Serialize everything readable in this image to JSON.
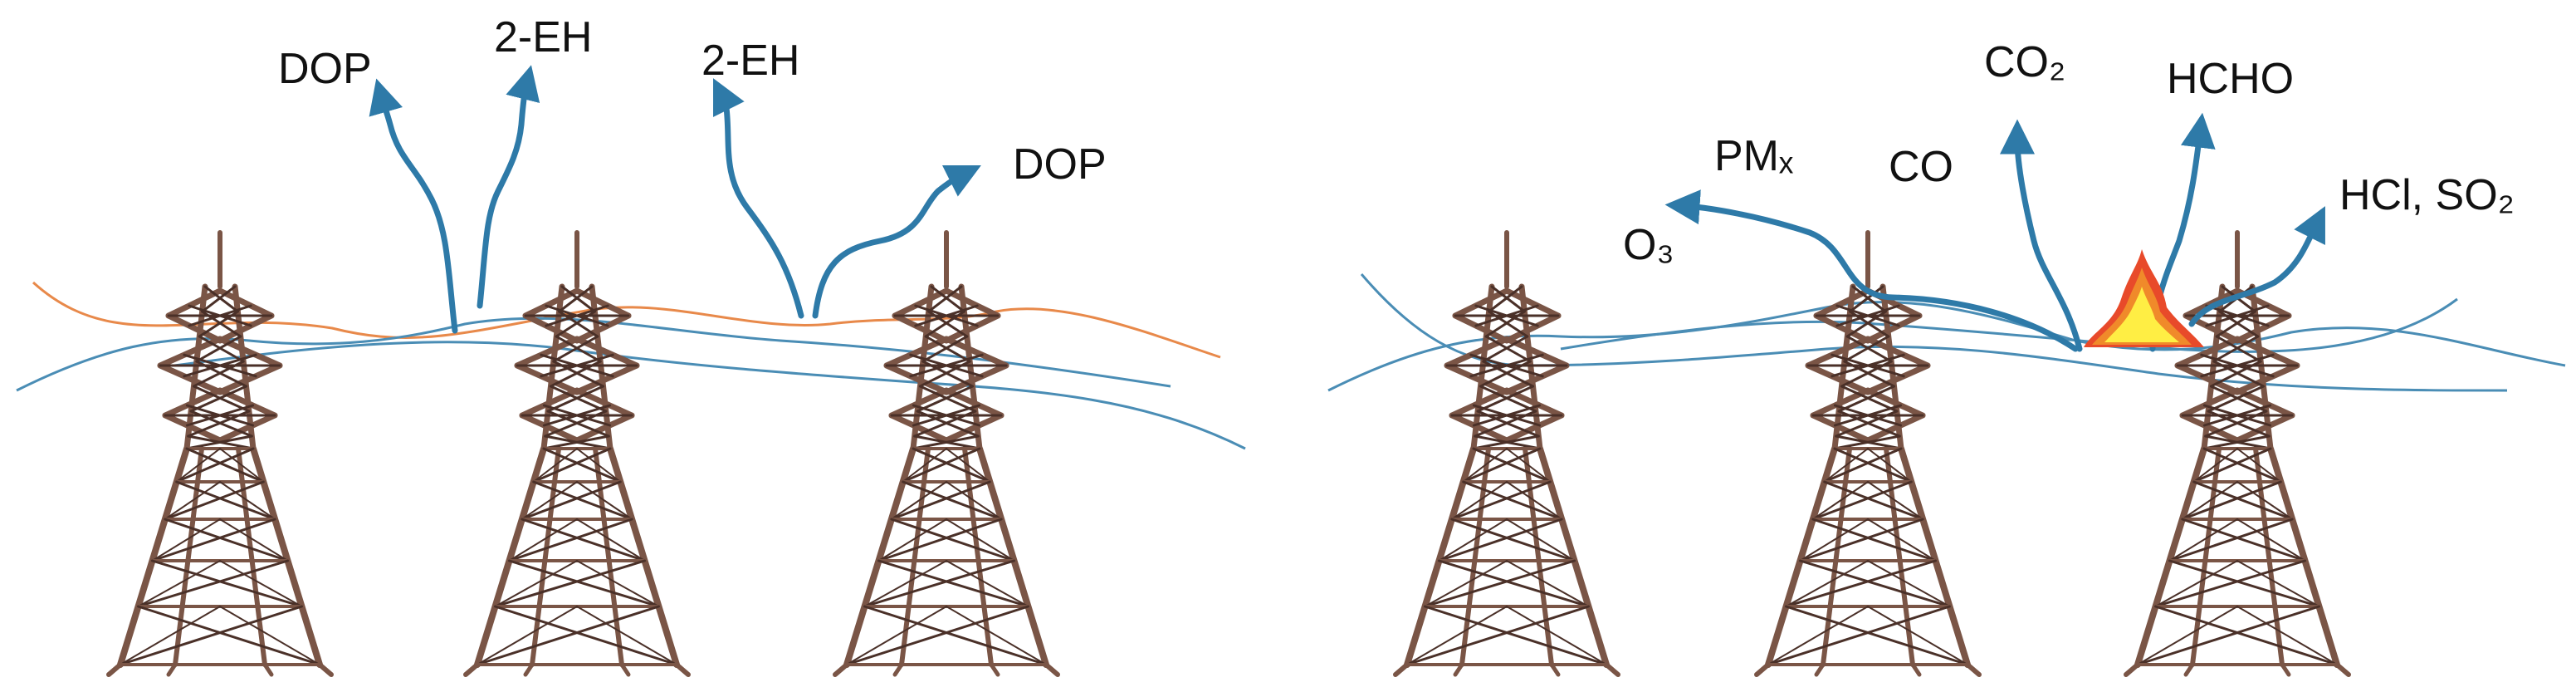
{
  "colors": {
    "tower": "#7a5546",
    "tower_dark": "#4a3028",
    "cable": "#4a8db5",
    "cable_orange": "#e8894a",
    "arrow": "#2e7aa8",
    "fire_outer": "#f08a2a",
    "fire_inner": "#ffee44",
    "fire_red": "#e84a2a"
  },
  "icons": {
    "tower": "transmission-tower-icon",
    "arrow": "wavy-emission-arrow-icon",
    "fire": "flame-icon"
  },
  "left_panel": {
    "labels": {
      "dop_1": "DOP",
      "eh_1": "2-EH",
      "eh_2": "2-EH",
      "dop_2": "DOP"
    }
  },
  "right_panel": {
    "labels": {
      "o3": "O₃",
      "pmx": "PMₓ",
      "co": "CO",
      "co2": "CO₂",
      "hcho": "HCHO",
      "hcl_so2": "HCl, SO₂"
    }
  }
}
